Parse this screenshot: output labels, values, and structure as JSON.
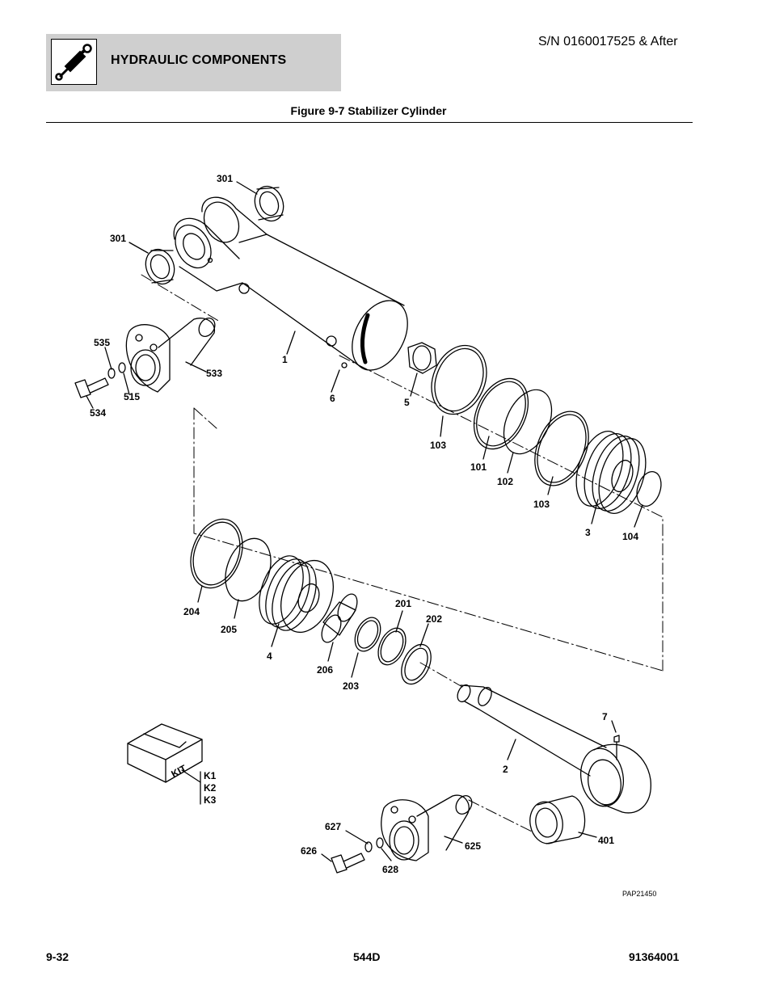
{
  "header": {
    "section_title": "HYDRAULIC COMPONENTS",
    "serial": "S/N 0160017525 & After",
    "icon": "hydraulic-cylinder-icon"
  },
  "figure": {
    "title": "Figure 9-7 Stabilizer Cylinder",
    "ref_code": "PAP21450",
    "kit_label": "KIT",
    "callouts": {
      "c301a": "301",
      "c301b": "301",
      "c1": "1",
      "c535": "535",
      "c515": "515",
      "c534": "534",
      "c533": "533",
      "c6": "6",
      "c5": "5",
      "c103a": "103",
      "c101": "101",
      "c102": "102",
      "c103b": "103",
      "c3": "3",
      "c104": "104",
      "c204": "204",
      "c205": "205",
      "c4": "4",
      "c206": "206",
      "c203": "203",
      "c201": "201",
      "c202": "202",
      "c7": "7",
      "c2": "2",
      "c401": "401",
      "c627": "627",
      "c626": "626",
      "c628": "628",
      "c625": "625",
      "k1": "K1",
      "k2": "K2",
      "k3": "K3"
    }
  },
  "footer": {
    "page": "9-32",
    "model": "544D",
    "doc_number": "91364001"
  }
}
